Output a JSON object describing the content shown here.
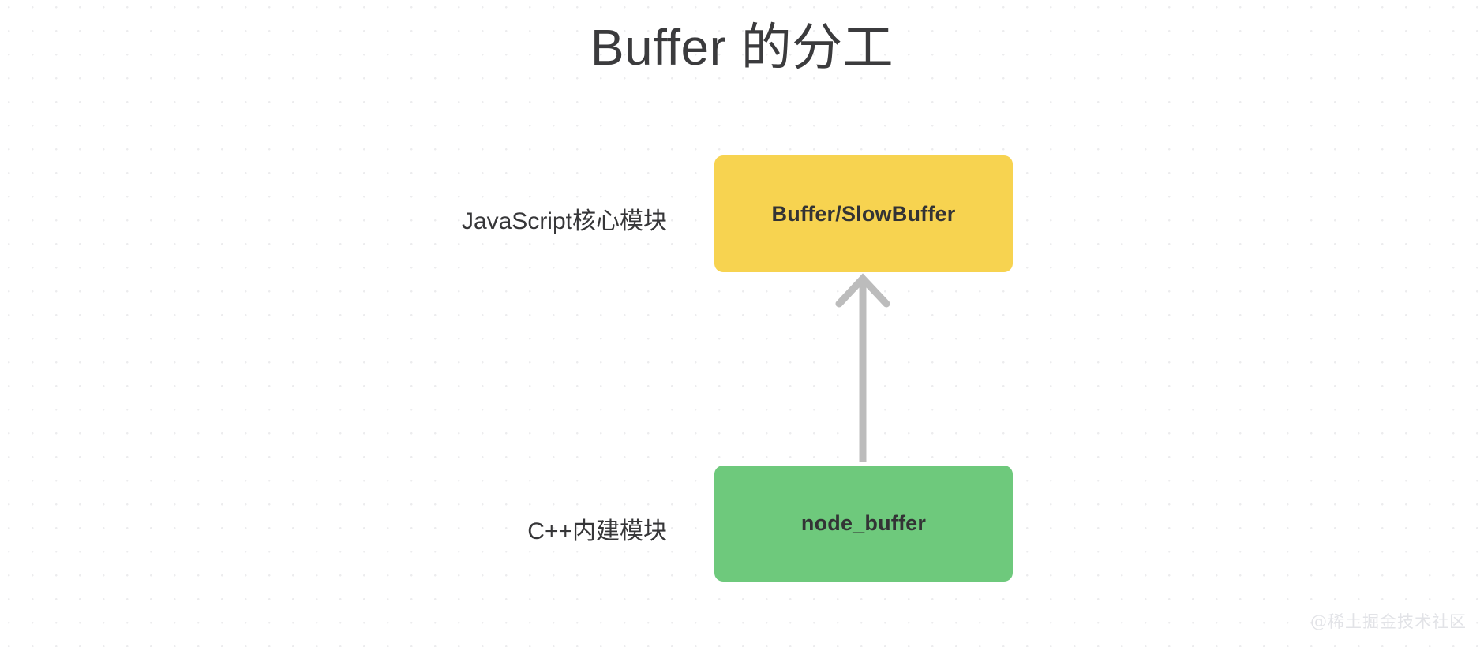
{
  "slide": {
    "title": "Buffer 的分工",
    "background_color": "#ffffff",
    "dot_grid_color": "#ececee",
    "title_color": "#3b3b3d"
  },
  "diagram": {
    "type": "flow",
    "nodes": [
      {
        "id": "js-buffer",
        "label": "Buffer/SlowBuffer",
        "caption": "JavaScript核心模块",
        "fill_color": "#f7d350",
        "text_color": "#333335"
      },
      {
        "id": "cpp-buffer",
        "label": "node_buffer",
        "caption": "C++内建模块",
        "fill_color": "#6ec97c",
        "text_color": "#333335"
      }
    ],
    "arrow": {
      "name": "arrow-up",
      "from": "cpp-buffer",
      "to": "js-buffer",
      "direction": "up",
      "color": "#bcbcbc"
    }
  },
  "watermark": {
    "text": "@稀土掘金技术社区",
    "color": "#e2e3e7"
  }
}
